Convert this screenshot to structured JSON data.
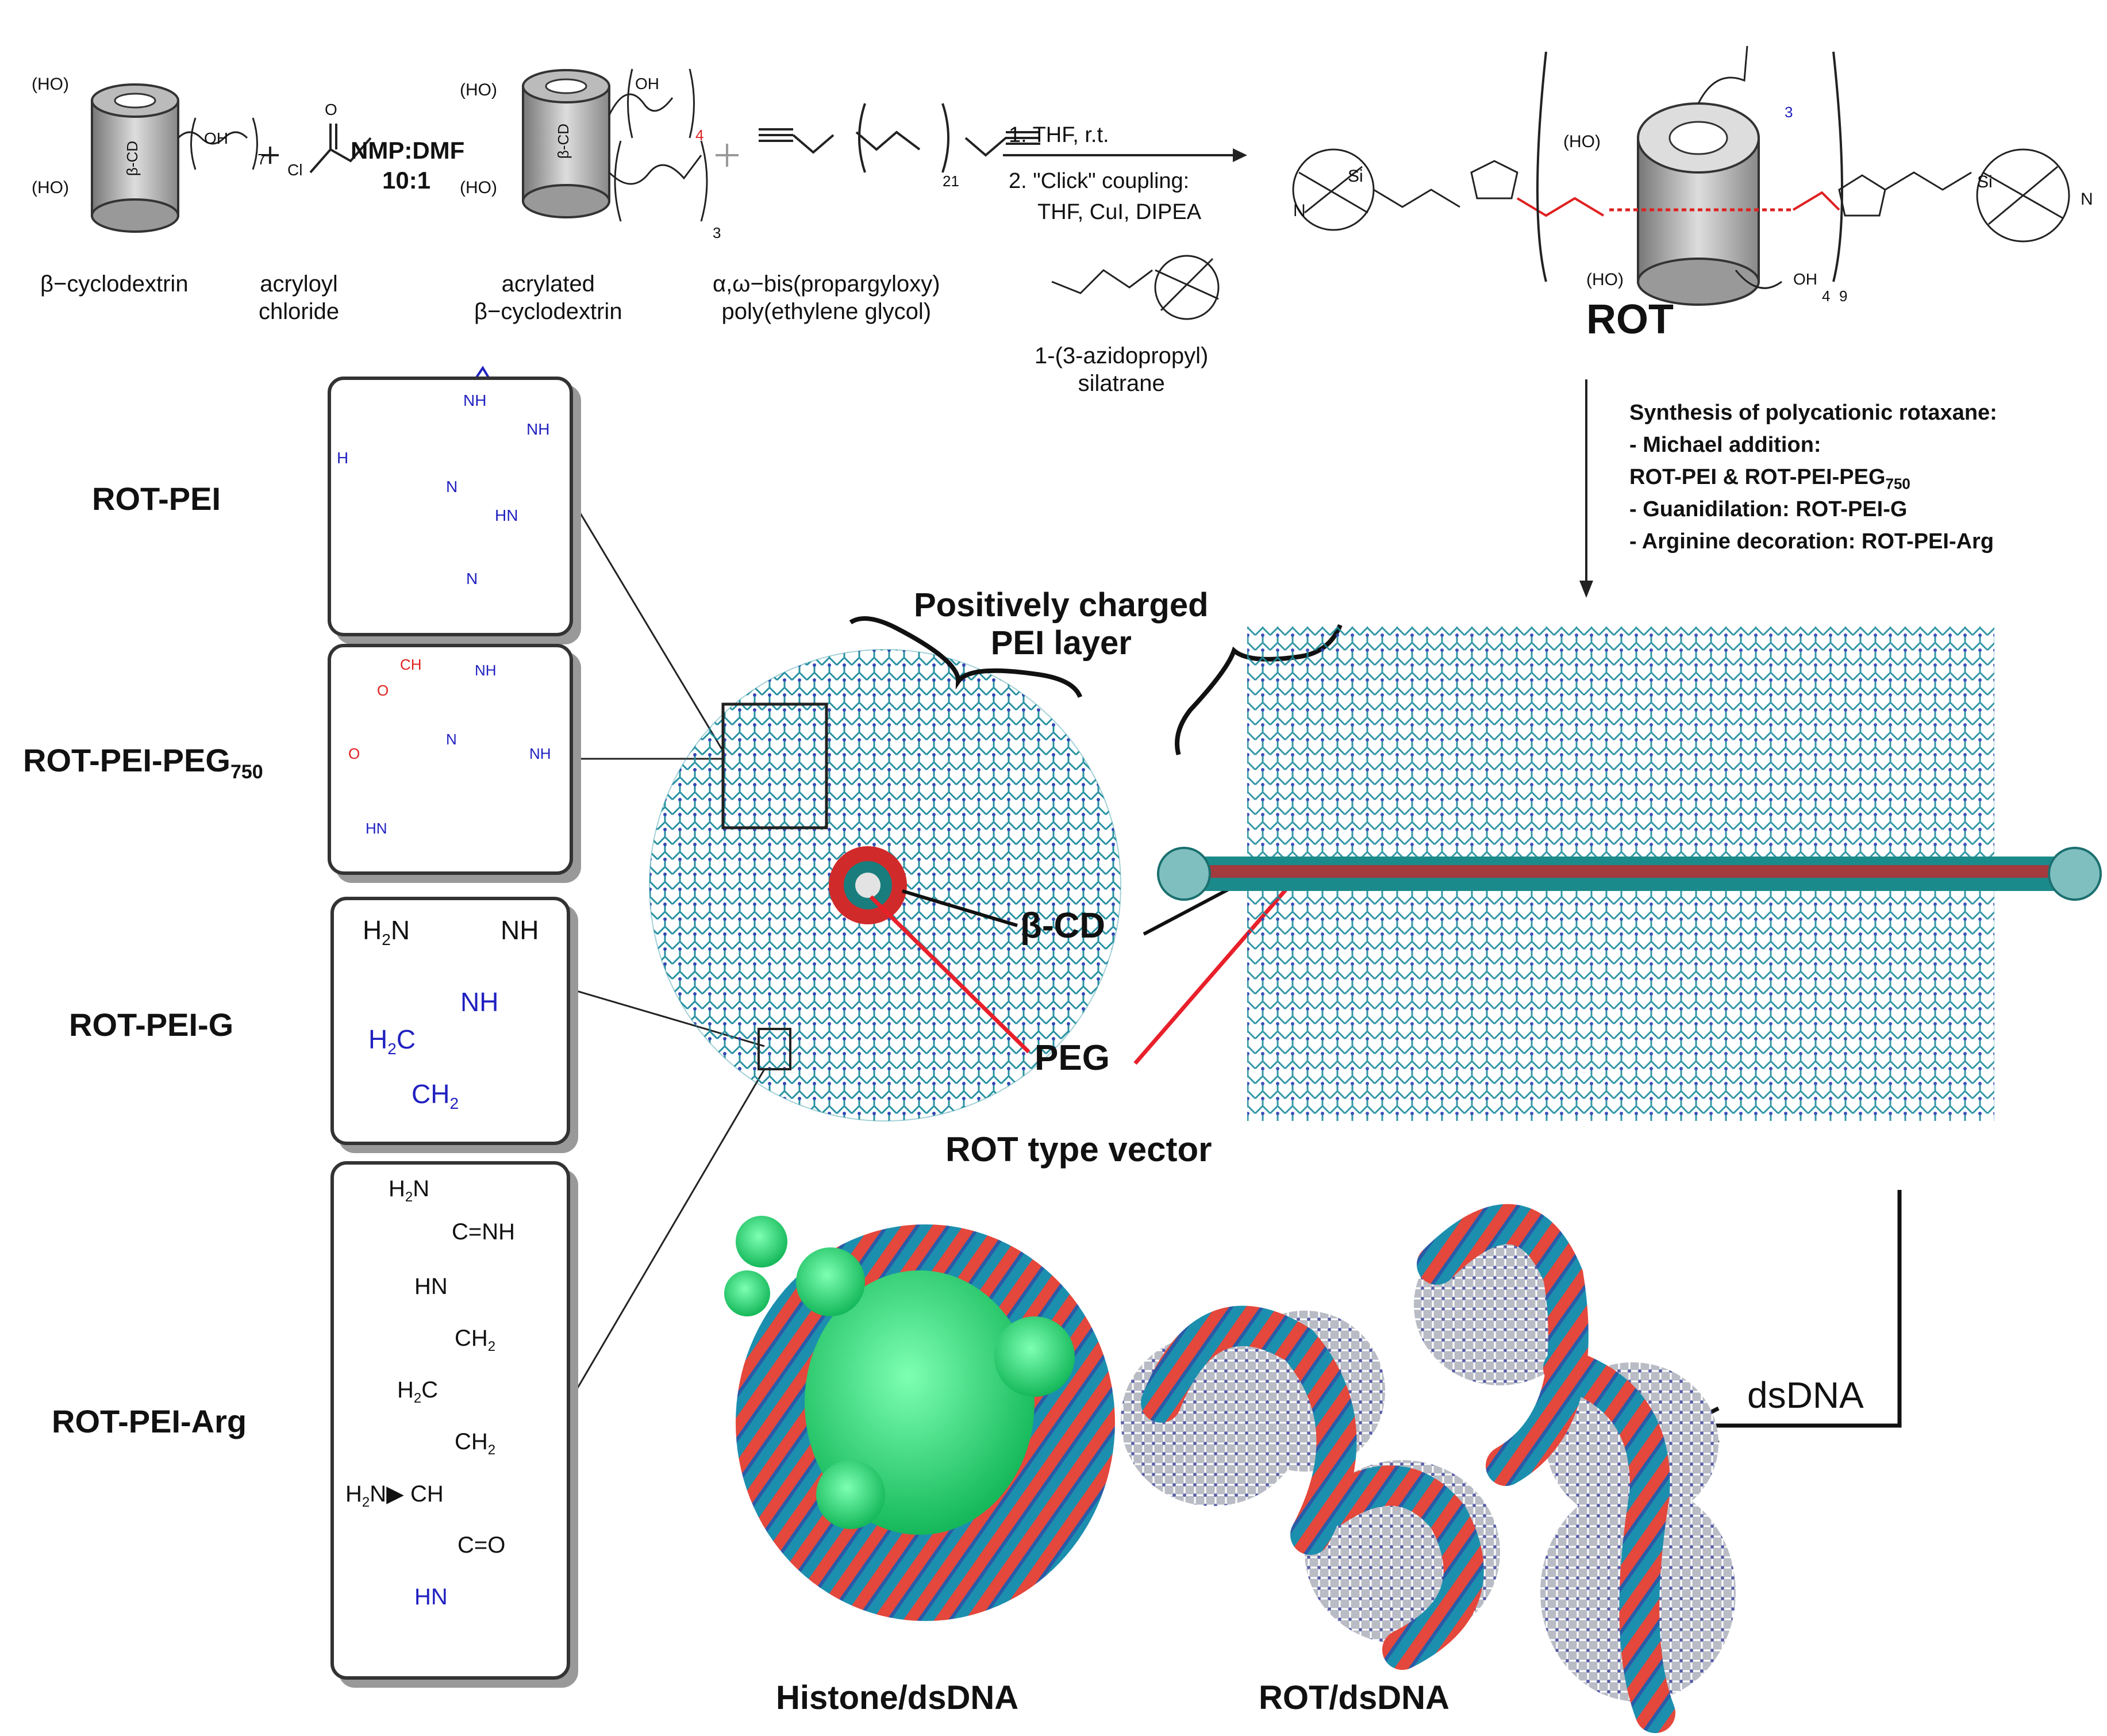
{
  "reactants": {
    "bcd": "β−cyclodextrin",
    "acryloyl": "acryloyl\nchloride",
    "acrylated": "acrylated\nβ−cyclodextrin",
    "peg": "α,ω−bis(propargyloxy)\npoly(ethylene glycol)",
    "silatrane": "1-(3-azidopropyl)\nsilatrane"
  },
  "conditions": {
    "solvent": "NMP:DMF",
    "ratio": "10:1",
    "step1": "1. THF, r.t.",
    "step2": "2. \"Click\" coupling:",
    "step2b": "THF, CuI, DIPEA"
  },
  "structure_text": {
    "ho7": "(HO)",
    "bcd_tag": "β-CD",
    "oh": "OH",
    "n7": "7",
    "n4": "4",
    "n3": "3",
    "n21": "21",
    "n9": "9",
    "cl": "Cl",
    "o": "O",
    "si": "Si",
    "n": "N",
    "h2": "H",
    "c": "C",
    "n3_azide": "N"
  },
  "rot_label": "ROT",
  "synthesis": {
    "title": "Synthesis of polycationic rotaxane:",
    "l1": "- Michael addition:",
    "l2": "ROT-PEI & ROT-PEI-PEG",
    "l2sub": "750",
    "l3": "- Guanidilation: ROT-PEI-G",
    "l4": "- Arginine decoration: ROT-PEI-Arg"
  },
  "variants": {
    "pei": "ROT-PEI",
    "peg": "ROT-PEI-PEG",
    "peg_sub": "750",
    "g": "ROT-PEI-G",
    "arg": "ROT-PEI-Arg"
  },
  "box_pei": {
    "nh2": "NH",
    "h2n": "H",
    "nh": "HN",
    "n": "N"
  },
  "box_peg": {
    "ch3": "CH",
    "ch2": "CH",
    "o": "O",
    "nh2": "NH",
    "h2c": "H",
    "n": "N",
    "hn": "HN"
  },
  "box_g": {
    "h2n": "H",
    "nh_imine": "NH",
    "c": "C",
    "nh": "NH",
    "h2c": "H",
    "ch2": "CH"
  },
  "box_arg": {
    "h2n": "H",
    "c": "C",
    "nh": "=NH",
    "hn": "HN",
    "ch2": "CH",
    "h2c": "H",
    "ch": "CH",
    "o": "=O",
    "hn2": "HN"
  },
  "center": {
    "pei_layer": "Positively charged\nPEI layer",
    "bcd": "β-CD",
    "peg": "PEG",
    "vector": "ROT type vector"
  },
  "bottom": {
    "histone": "Histone/dsDNA",
    "rotdna": "ROT/dsDNA",
    "dsdna": "dsDNA"
  }
}
